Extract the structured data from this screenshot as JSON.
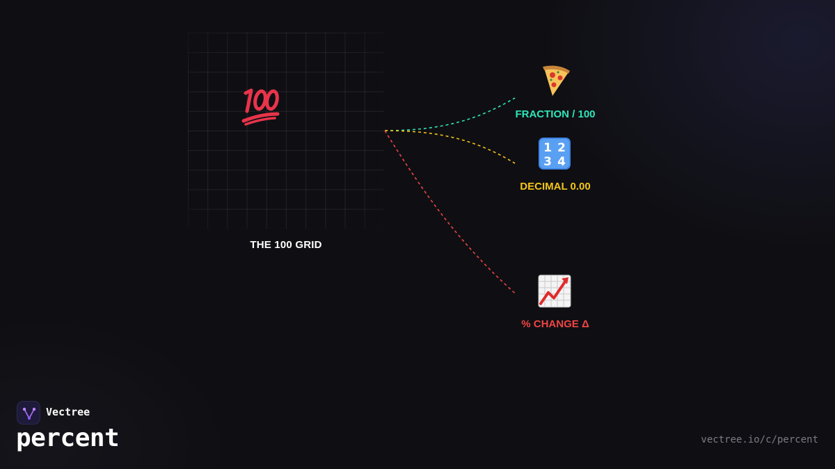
{
  "brand": {
    "name": "Vectree"
  },
  "title": "percent",
  "footer": {
    "url": "vectree.io/c/percent"
  },
  "center": {
    "label": "THE 100 GRID",
    "icon": "hundred-points-icon"
  },
  "nodes": [
    {
      "id": "fraction",
      "label": "FRACTION / 100",
      "icon": "pizza-slice-icon",
      "color": "#2ee6b8"
    },
    {
      "id": "decimal",
      "label": "DECIMAL 0.00",
      "icon": "input-numbers-icon",
      "color": "#f5c518"
    },
    {
      "id": "change",
      "label": "% CHANGE Δ",
      "icon": "chart-increasing-icon",
      "color": "#ef4444"
    }
  ]
}
